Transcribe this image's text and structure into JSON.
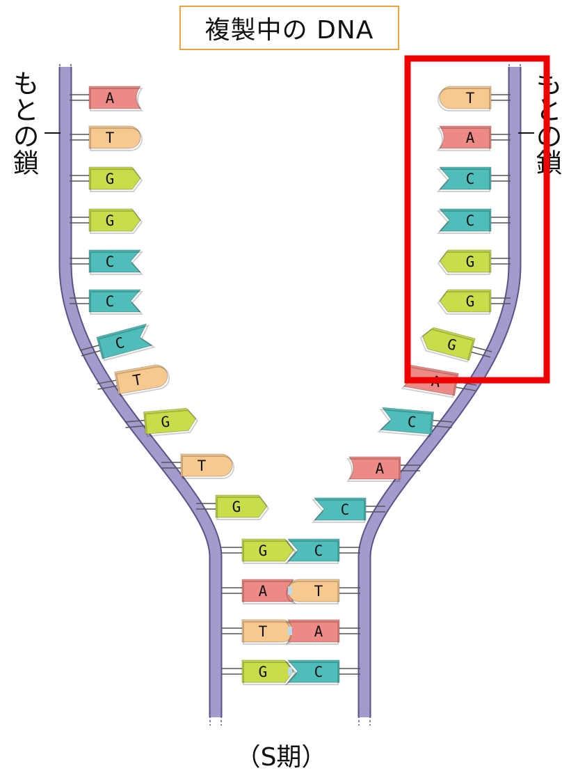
{
  "title": "複製中の DNA",
  "strand_label_left": "もとの鎖",
  "strand_label_right": "もとの鎖",
  "caption": "（S期）",
  "colors": {
    "A": "#ee8a86",
    "T": "#f7c98e",
    "G": "#c9dc4a",
    "C": "#4fbdb9",
    "strand": "#a49acb",
    "title_border": "#f0a33c",
    "highlight": "#ee0000"
  },
  "left_strand_bases": [
    "A",
    "T",
    "G",
    "G",
    "C",
    "C",
    "C",
    "T",
    "G",
    "T",
    "G"
  ],
  "right_strand_bases": [
    "T",
    "A",
    "C",
    "C",
    "G",
    "G",
    "G",
    "A",
    "C",
    "A",
    "C"
  ],
  "paired_bases": [
    {
      "left": "G",
      "right": "C"
    },
    {
      "left": "A",
      "right": "T"
    },
    {
      "left": "T",
      "right": "A"
    },
    {
      "left": "G",
      "right": "C"
    }
  ],
  "highlight": {
    "label": "highlight-box",
    "covers": "right-strand-top-7"
  }
}
